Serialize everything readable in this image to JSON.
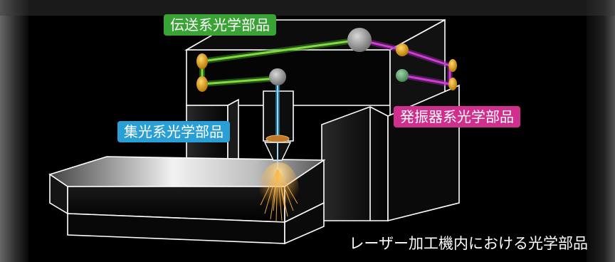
{
  "labels": {
    "transmission_optics": "伝送系光学部品",
    "focusing_optics": "集光系光学部品",
    "oscillator_optics": "発振器系光学部品"
  },
  "caption": "レーザー加工機内における光学部品",
  "colors": {
    "transmission": "#3aa335",
    "focusing": "#2a9fd6",
    "oscillator": "#d12f8e",
    "background": "#000000",
    "machine_outline": "#ffffff",
    "beam_green": "#7fdc3c",
    "beam_magenta": "#d23ad8",
    "mirror_gray": "#8f8f8f",
    "mirror_gold": "#e0a020",
    "sparks": "#ffb640"
  }
}
